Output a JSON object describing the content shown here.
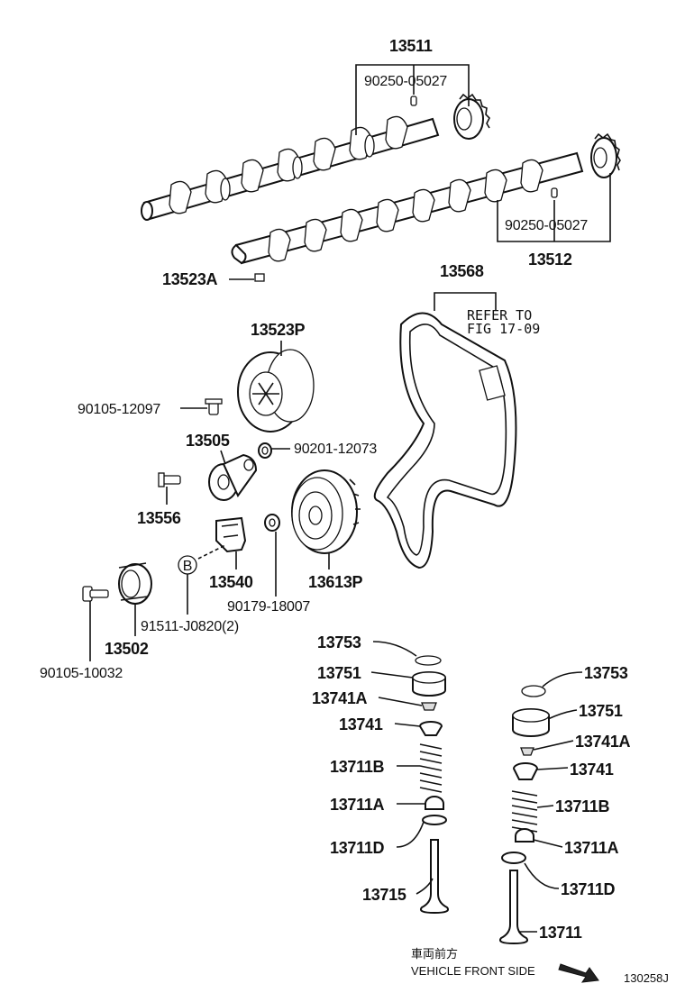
{
  "labels": {
    "camshaft_1": "13511",
    "knock_pin_upper": "90250-05027",
    "knock_pin_lower": "90250-05027",
    "camshaft_2": "13512",
    "key": "13523A",
    "belt": "13568",
    "refer_line1": "REFER TO",
    "refer_line2": "FIG 17-09",
    "pulley_top": "13523P",
    "bolt_1": "90105-12097",
    "tensioner": "13505",
    "nut": "90201-12073",
    "bolt_2": "13556",
    "pulley_crank": "13613P",
    "bracket": "13540",
    "spacer": "90179-18007",
    "circle_mark": "B",
    "pin": "91511-J0820(2)",
    "idler": "13502",
    "bolt_3": "90105-10032",
    "left_valve": {
      "shim": "13753",
      "lifter": "13751",
      "keeper": "13741A",
      "retainer": "13741",
      "spring": "13711B",
      "seat_upper": "13711A",
      "seat_lower": "13711D",
      "valve": "13715"
    },
    "right_valve": {
      "shim": "13753",
      "lifter": "13751",
      "keeper": "13741A",
      "retainer": "13741",
      "spring": "13711B",
      "seat_upper": "13711A",
      "seat_lower": "13711D",
      "valve": "13711"
    },
    "jp_front": "車両前方",
    "vehicle_front": "VEHICLE FRONT SIDE",
    "diagram_id": "130258J"
  }
}
